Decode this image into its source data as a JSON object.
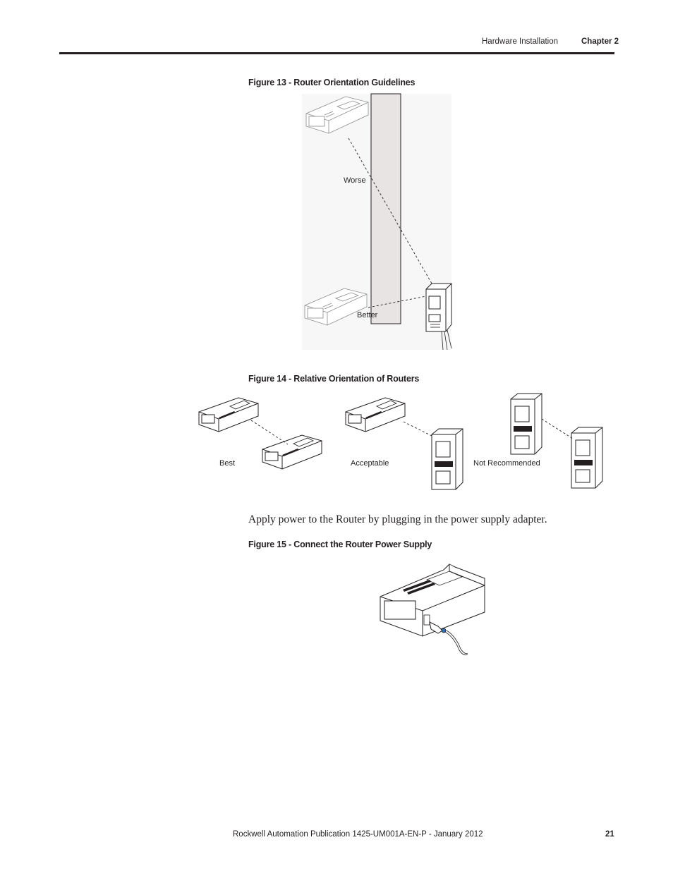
{
  "header": {
    "section": "Hardware Installation",
    "chapter": "Chapter 2"
  },
  "figure13": {
    "title": "Figure 13 - Router Orientation Guidelines",
    "label_worse": "Worse",
    "label_better": "Better"
  },
  "figure14": {
    "title": "Figure 14 - Relative Orientation of Routers",
    "label_best": "Best",
    "label_acceptable": "Acceptable",
    "label_not_recommended": "Not Recommended"
  },
  "body": {
    "paragraph": "Apply power to the Router by plugging in the power supply adapter."
  },
  "figure15": {
    "title": "Figure 15 - Connect the Router Power Supply"
  },
  "footer": {
    "publication": "Rockwell Automation Publication 1425-UM001A-EN-P - January 2012",
    "page_number": "21"
  }
}
